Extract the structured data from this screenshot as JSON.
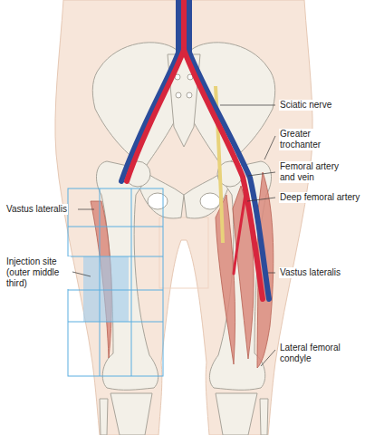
{
  "diagram": {
    "labels": [
      "Sciatic nerve",
      "Greater trochanter",
      "Femoral artery and vein",
      "Deep femoral artery",
      "Vastus lateralis",
      "Injection site (outer middle third)",
      "Vastus lateralis",
      "Lateral femoral condyle"
    ]
  }
}
